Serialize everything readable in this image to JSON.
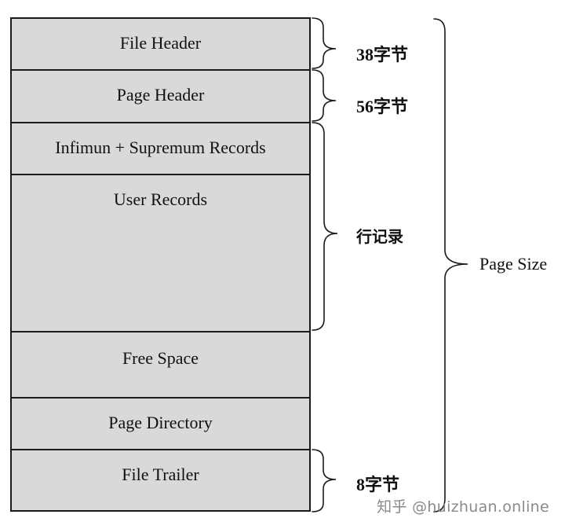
{
  "segments": [
    {
      "id": "file-header",
      "label": "File Header"
    },
    {
      "id": "page-header",
      "label": "Page Header"
    },
    {
      "id": "infimum-supremum",
      "label": "Infimun + Supremum Records"
    },
    {
      "id": "user-records",
      "label": "User Records"
    },
    {
      "id": "free-space",
      "label": "Free Space"
    },
    {
      "id": "page-directory",
      "label": "Page Directory"
    },
    {
      "id": "file-trailer",
      "label": "File Trailer"
    }
  ],
  "annotations": {
    "file_header_size": "38字节",
    "page_header_size": "56字节",
    "row_records": "行记录",
    "file_trailer_size": "8字节",
    "page_size": "Page Size"
  },
  "watermark": "知乎 @huizhuan.online",
  "colors": {
    "segment_fill": "#d9d9d9",
    "border": "#1a1a1a",
    "text": "#111111",
    "watermark": "#8a8a8a"
  }
}
